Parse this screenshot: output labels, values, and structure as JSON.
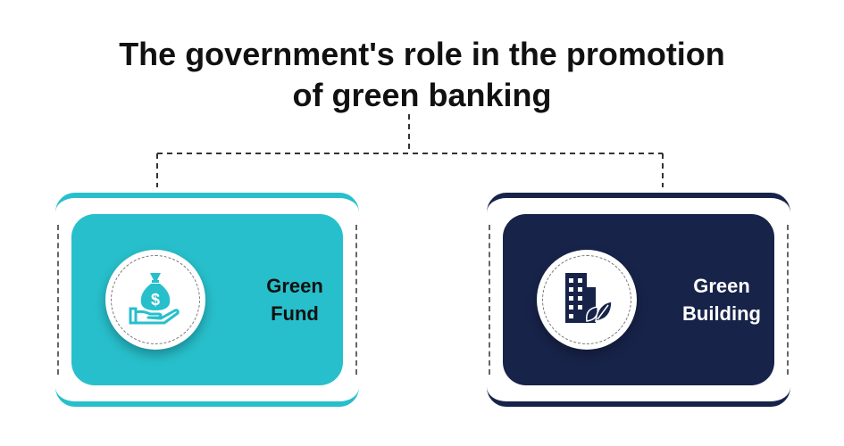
{
  "title": {
    "line1": "The government's role in the promotion",
    "line2": "of green banking"
  },
  "colors": {
    "teal": "#27BFCB",
    "navy": "#172349",
    "text_dark": "#111111",
    "text_light": "#ffffff"
  },
  "cards": [
    {
      "line1": "Green",
      "line2": "Fund",
      "icon": "money-bag-hand-icon"
    },
    {
      "line1": "Green",
      "line2": "Building",
      "icon": "eco-building-icon"
    }
  ]
}
